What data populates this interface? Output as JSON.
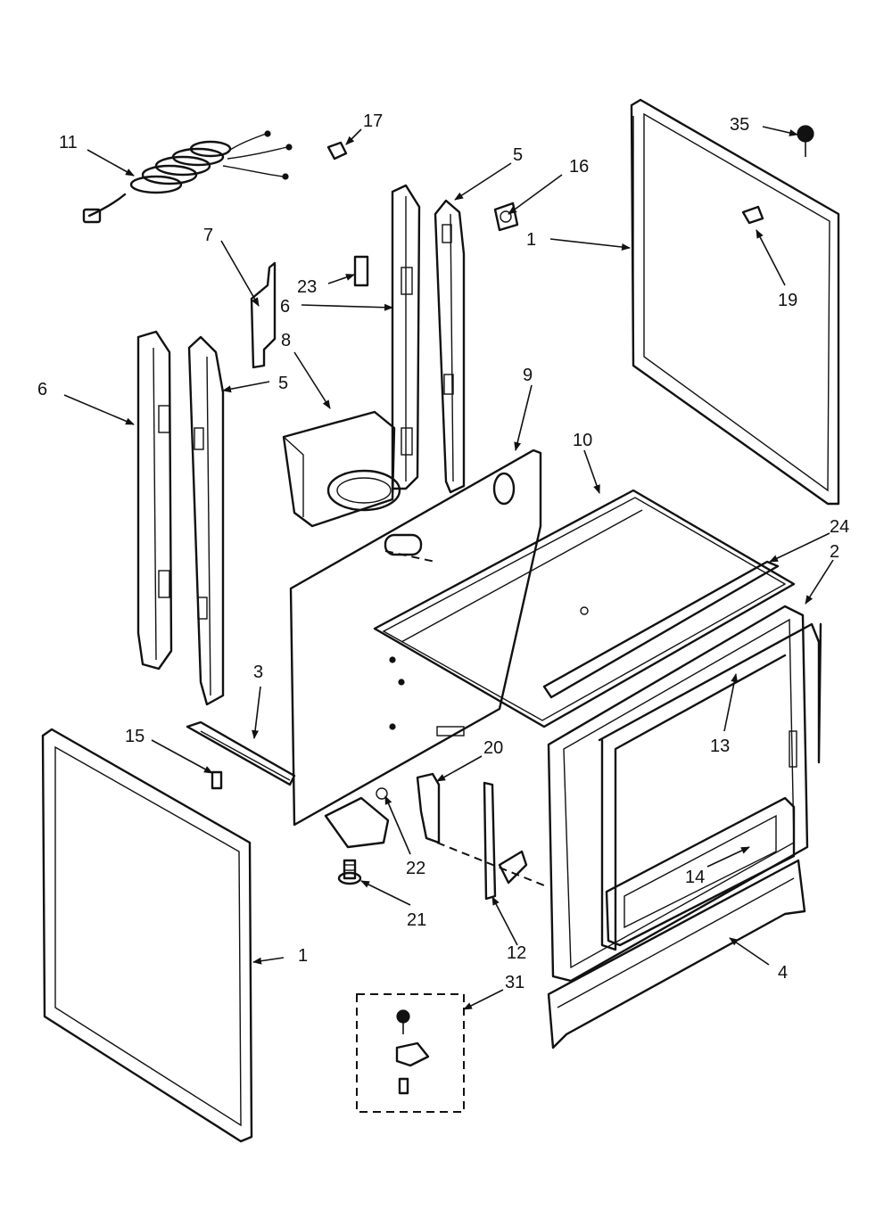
{
  "diagram": {
    "callouts": [
      {
        "id": "c11",
        "label": "11"
      },
      {
        "id": "c17",
        "label": "17"
      },
      {
        "id": "c7",
        "label": "7"
      },
      {
        "id": "c23",
        "label": "23"
      },
      {
        "id": "c6a",
        "label": "6"
      },
      {
        "id": "c8",
        "label": "8"
      },
      {
        "id": "c6b",
        "label": "6"
      },
      {
        "id": "c5a",
        "label": "5"
      },
      {
        "id": "c5b",
        "label": "5"
      },
      {
        "id": "c16",
        "label": "16"
      },
      {
        "id": "c35",
        "label": "35"
      },
      {
        "id": "c19",
        "label": "19"
      },
      {
        "id": "c1a",
        "label": "1"
      },
      {
        "id": "c9",
        "label": "9"
      },
      {
        "id": "c10",
        "label": "10"
      },
      {
        "id": "c24",
        "label": "24"
      },
      {
        "id": "c2",
        "label": "2"
      },
      {
        "id": "c3",
        "label": "3"
      },
      {
        "id": "c15",
        "label": "15"
      },
      {
        "id": "c20",
        "label": "20"
      },
      {
        "id": "c13",
        "label": "13"
      },
      {
        "id": "c22",
        "label": "22"
      },
      {
        "id": "c21",
        "label": "21"
      },
      {
        "id": "c12",
        "label": "12"
      },
      {
        "id": "c14",
        "label": "14"
      },
      {
        "id": "c1b",
        "label": "1"
      },
      {
        "id": "c31",
        "label": "31"
      },
      {
        "id": "c4",
        "label": "4"
      }
    ]
  }
}
